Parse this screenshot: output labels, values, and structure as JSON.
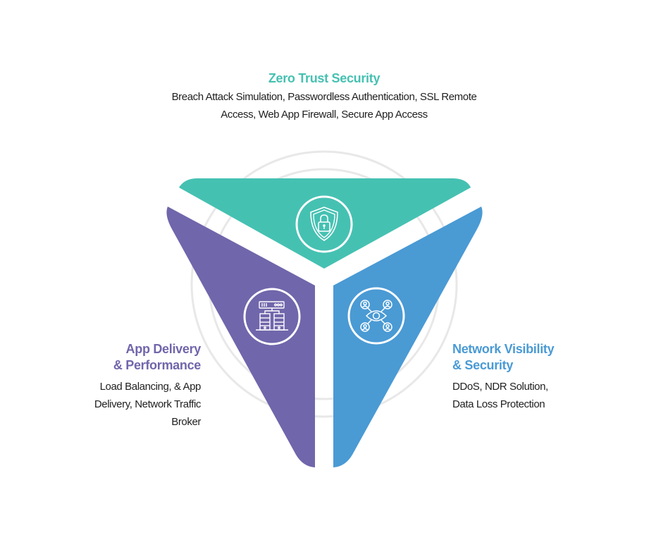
{
  "colors": {
    "zero_trust": "#45c1b2",
    "app_delivery": "#7066ab",
    "network_visibility": "#4a9ad4",
    "ring": "#e8e8e8",
    "text": "#1f1f1f"
  },
  "segments": {
    "zero_trust": {
      "title": "Zero Trust Security",
      "description": "Breach Attack Simulation, Passwordless Authentication, SSL Remote Access, Web App Firewall, Secure App Access",
      "icon": "shield-lock-icon"
    },
    "app_delivery": {
      "title_line1": "App Delivery",
      "title_line2": "& Performance",
      "description": "Load Balancing, & App Delivery, Network Traffic Broker",
      "icon": "server-network-icon"
    },
    "network_visibility": {
      "title_line1": "Network Visibility",
      "title_line2": "& Security",
      "description": "DDoS, NDR Solution, Data Loss Protection",
      "icon": "eye-network-icon"
    }
  }
}
